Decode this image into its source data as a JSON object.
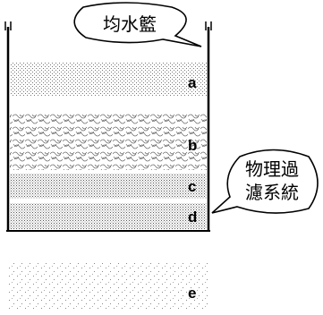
{
  "callouts": {
    "top": "均水籃",
    "side_line1": "物理過",
    "side_line2": "濾系統"
  },
  "layers": [
    {
      "id": "a",
      "label": "a",
      "texture": "fine-dots"
    },
    {
      "id": "b",
      "label": "b",
      "texture": "coarse-scribble"
    },
    {
      "id": "c",
      "label": "c",
      "texture": "dense-dots"
    },
    {
      "id": "d",
      "label": "d",
      "texture": "dense-dots"
    },
    {
      "id": "e",
      "label": "e",
      "texture": "sparse-dots"
    }
  ]
}
